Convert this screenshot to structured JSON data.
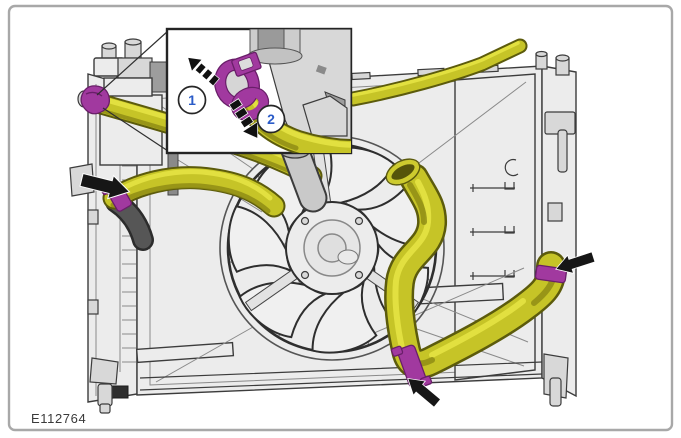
{
  "figure": {
    "figure_id": "E112764",
    "inset": {
      "callouts": [
        {
          "number": "1"
        },
        {
          "number": "2"
        }
      ]
    },
    "icons": {
      "pointer_arrows": [
        "clamp-arrow-left",
        "clamp-arrow-right",
        "clamp-arrow-bottom"
      ],
      "inset_arrows": [
        "release-direction-arrow-1",
        "remove-direction-arrow-2"
      ]
    }
  },
  "theme": {
    "hose-yellow": "#c6c427",
    "hose-yellow-dark": "#8f8d15",
    "hose-yellow-light": "#e4e344",
    "hose-outline": "#5c5b0c",
    "clamp-purple": "#a1399f",
    "clamp-purple-dark": "#691f69",
    "callout-blue": "#2b5cc8",
    "arrow-black": "#161616",
    "line-dark": "#3c3c3c",
    "metal-light": "#ececec",
    "metal-mid": "#d8d8d8",
    "metal-dark": "#9d9d9d",
    "frame-border": "#a8a8a8",
    "label-color": "#3a3a3a"
  }
}
